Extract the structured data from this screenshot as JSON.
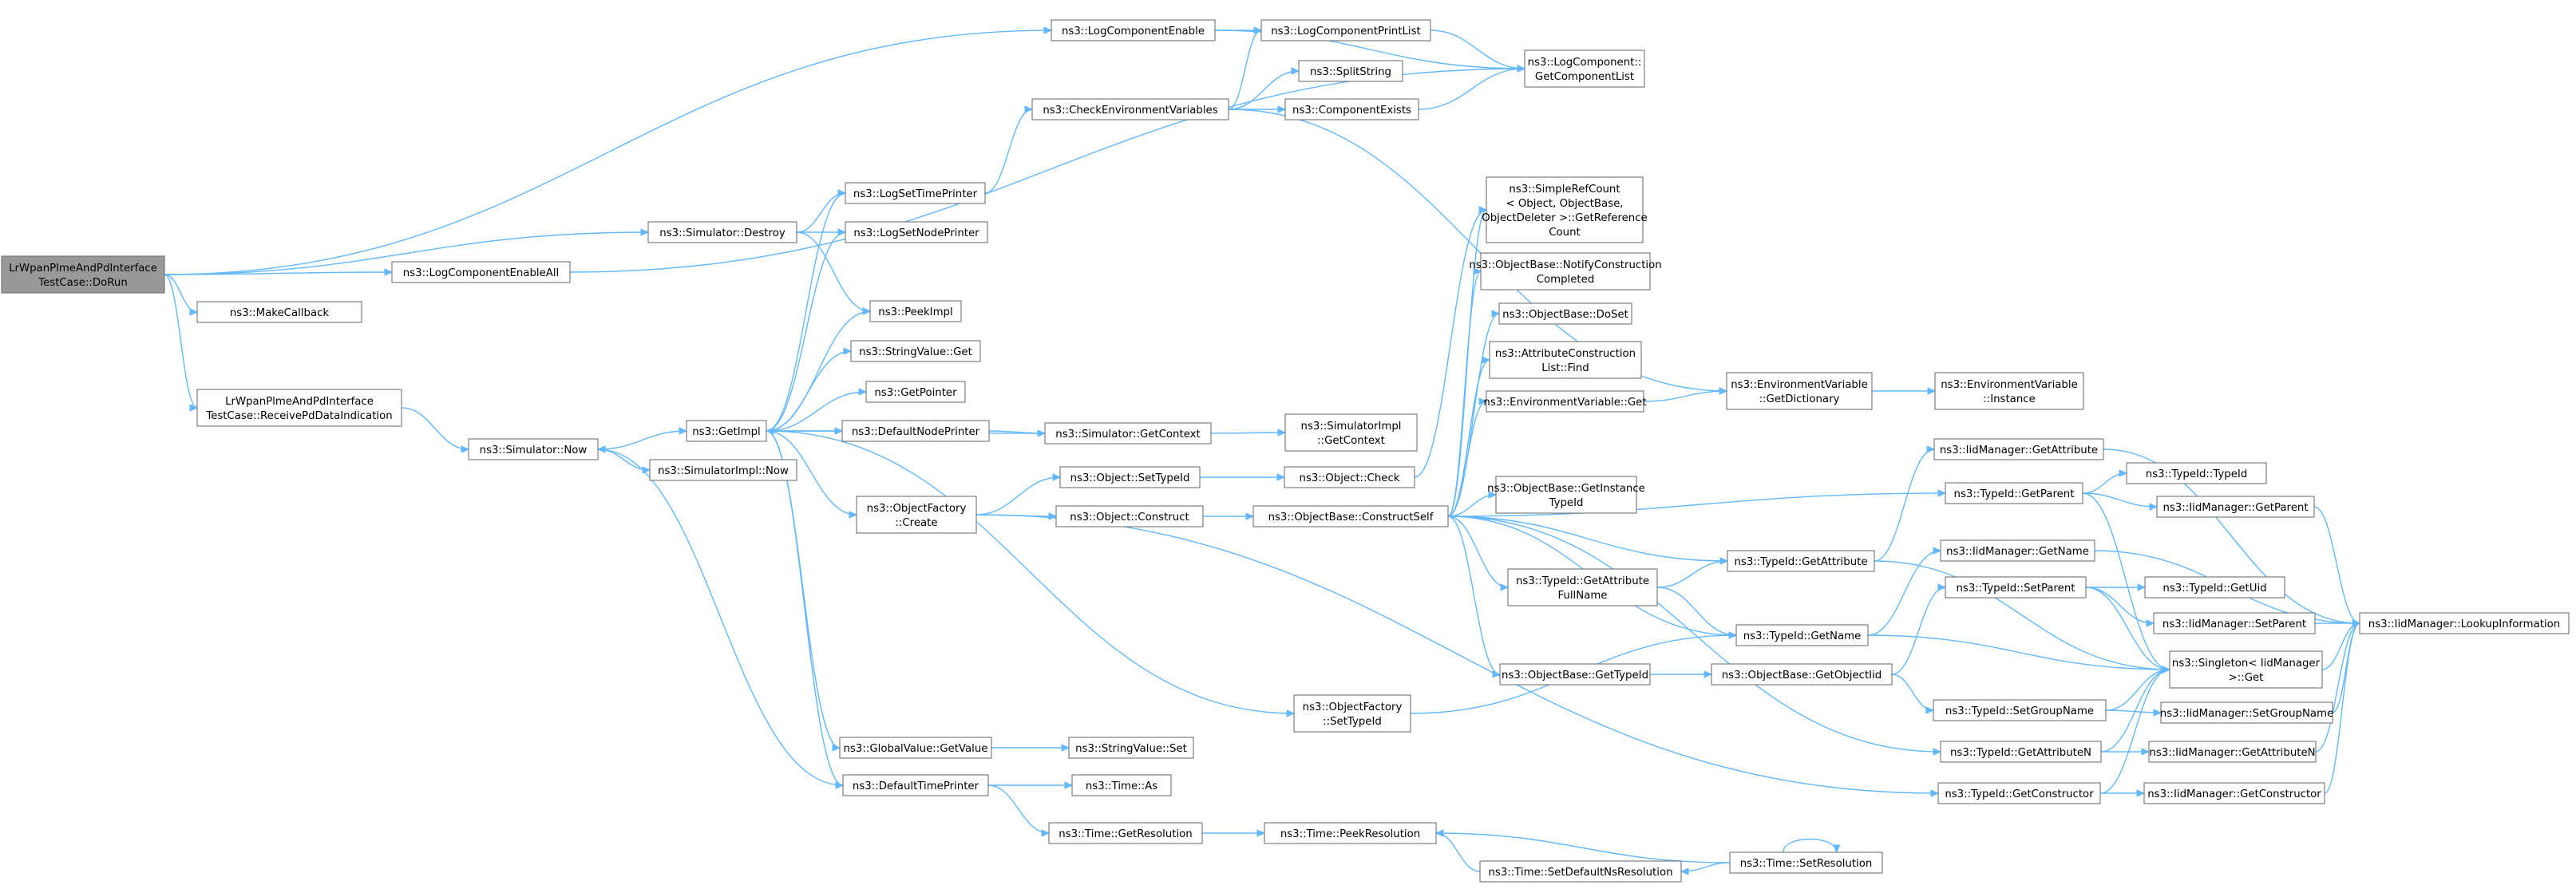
{
  "colors": {
    "edge": "#63b8ff",
    "node_border": "#666666",
    "root_fill": "#999999",
    "node_fill": "#ffffff"
  },
  "nodes": {
    "root": [
      "LrWpanPlmeAndPdInterface",
      "TestCase::DoRun"
    ],
    "log_component_enable": [
      "ns3::LogComponentEnable"
    ],
    "log_component_print_list": [
      "ns3::LogComponentPrintList"
    ],
    "log_component_get_list": [
      "ns3::LogComponent::",
      "GetComponentList"
    ],
    "split_string": [
      "ns3::SplitString"
    ],
    "check_env_vars": [
      "ns3::CheckEnvironmentVariables"
    ],
    "component_exists": [
      "ns3::ComponentExists"
    ],
    "log_set_time_printer": [
      "ns3::LogSetTimePrinter"
    ],
    "simulator_destroy": [
      "ns3::Simulator::Destroy"
    ],
    "log_set_node_printer": [
      "ns3::LogSetNodePrinter"
    ],
    "log_component_enable_all": [
      "ns3::LogComponentEnableAll"
    ],
    "make_callback": [
      "ns3::MakeCallback"
    ],
    "peek_impl": [
      "ns3::PeekImpl"
    ],
    "string_value_get": [
      "ns3::StringValue::Get"
    ],
    "receive_pd": [
      "LrWpanPlmeAndPdInterface",
      "TestCase::ReceivePdDataIndication"
    ],
    "get_pointer": [
      "ns3::GetPointer"
    ],
    "simulator_now": [
      "ns3::Simulator::Now"
    ],
    "get_impl": [
      "ns3::GetImpl"
    ],
    "default_node_printer": [
      "ns3::DefaultNodePrinter"
    ],
    "simulator_get_context": [
      "ns3::Simulator::GetContext"
    ],
    "simulator_impl_get_context": [
      "ns3::SimulatorImpl",
      "::GetContext"
    ],
    "simulator_impl_now": [
      "ns3::SimulatorImpl::Now"
    ],
    "object_set_type_id": [
      "ns3::Object::SetTypeId"
    ],
    "object_check": [
      "ns3::Object::Check"
    ],
    "object_factory_create": [
      "ns3::ObjectFactory",
      "::Create"
    ],
    "object_construct": [
      "ns3::Object::Construct"
    ],
    "construct_self": [
      "ns3::ObjectBase::ConstructSelf"
    ],
    "simple_ref_count": [
      "ns3::SimpleRefCount",
      "< Object, ObjectBase,",
      "ObjectDeleter >::GetReference",
      "Count"
    ],
    "notify_construction": [
      "ns3::ObjectBase::NotifyConstruction",
      "Completed"
    ],
    "object_base_do_set": [
      "ns3::ObjectBase::DoSet"
    ],
    "attr_construction_list_find": [
      "ns3::AttributeConstruction",
      "List::Find"
    ],
    "env_var_get": [
      "ns3::EnvironmentVariable::Get"
    ],
    "env_var_get_dictionary": [
      "ns3::EnvironmentVariable",
      "::GetDictionary"
    ],
    "env_var_instance": [
      "ns3::EnvironmentVariable",
      "::Instance"
    ],
    "get_instance_type_id": [
      "ns3::ObjectBase::GetInstance",
      "TypeId"
    ],
    "iid_get_attribute": [
      "ns3::IidManager::GetAttribute"
    ],
    "type_id_type_id": [
      "ns3::TypeId::TypeId"
    ],
    "type_id_get_parent": [
      "ns3::TypeId::GetParent"
    ],
    "iid_get_parent": [
      "ns3::IidManager::GetParent"
    ],
    "type_id_get_attribute": [
      "ns3::TypeId::GetAttribute"
    ],
    "iid_get_name": [
      "ns3::IidManager::GetName"
    ],
    "type_id_get_attr_full_name": [
      "ns3::TypeId::GetAttribute",
      "FullName"
    ],
    "type_id_set_parent": [
      "ns3::TypeId::SetParent"
    ],
    "type_id_get_uid": [
      "ns3::TypeId::GetUid"
    ],
    "iid_set_parent": [
      "ns3::IidManager::SetParent"
    ],
    "iid_lookup_information": [
      "ns3::IidManager::LookupInformation"
    ],
    "type_id_get_name": [
      "ns3::TypeId::GetName"
    ],
    "singleton_get": [
      "ns3::Singleton< IidManager",
      ">::Get"
    ],
    "object_base_get_type_id": [
      "ns3::ObjectBase::GetTypeId"
    ],
    "object_base_get_object_iid": [
      "ns3::ObjectBase::GetObjectIid"
    ],
    "object_factory_set_type_id": [
      "ns3::ObjectFactory",
      "::SetTypeId"
    ],
    "type_id_set_group_name": [
      "ns3::TypeId::SetGroupName"
    ],
    "iid_set_group_name": [
      "ns3::IidManager::SetGroupName"
    ],
    "global_value_get_value": [
      "ns3::GlobalValue::GetValue"
    ],
    "string_value_set": [
      "ns3::StringValue::Set"
    ],
    "type_id_get_attribute_n": [
      "ns3::TypeId::GetAttributeN"
    ],
    "iid_get_attribute_n": [
      "ns3::IidManager::GetAttributeN"
    ],
    "default_time_printer": [
      "ns3::DefaultTimePrinter"
    ],
    "time_as": [
      "ns3::Time::As"
    ],
    "type_id_get_constructor": [
      "ns3::TypeId::GetConstructor"
    ],
    "iid_get_constructor": [
      "ns3::IidManager::GetConstructor"
    ],
    "time_get_resolution": [
      "ns3::Time::GetResolution"
    ],
    "time_peek_resolution": [
      "ns3::Time::PeekResolution"
    ],
    "time_set_resolution": [
      "ns3::Time::SetResolution"
    ],
    "time_set_default_ns_resolution": [
      "ns3::Time::SetDefaultNsResolution"
    ]
  }
}
